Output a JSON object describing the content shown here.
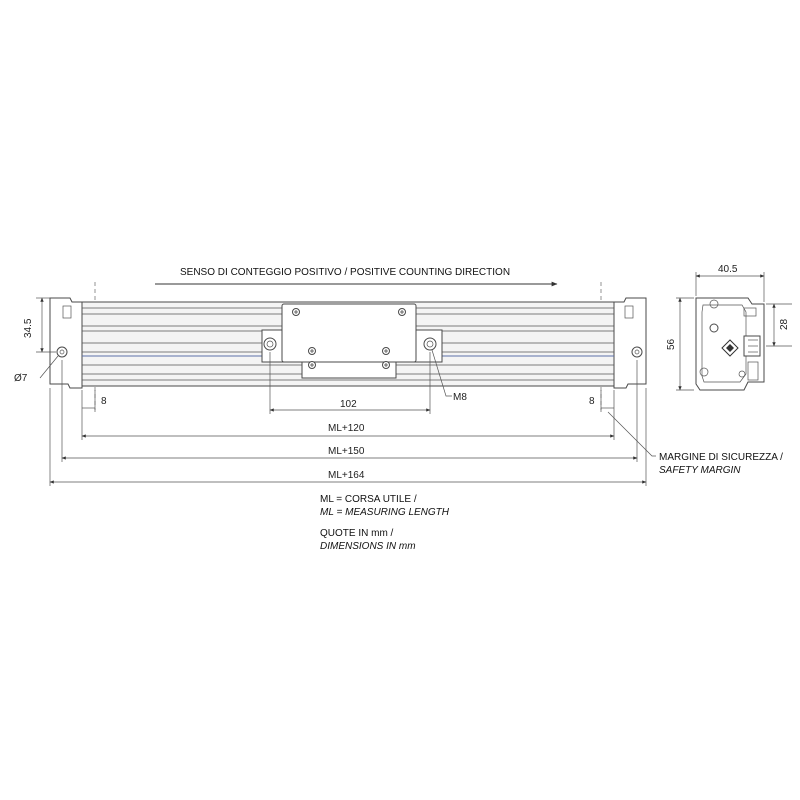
{
  "header": {
    "direction_label": "SENSO DI CONTEGGIO POSITIVO / POSITIVE COUNTING DIRECTION"
  },
  "dimensions": {
    "height_left": "34.5",
    "hole_diameter": "Ø7",
    "end_left": "8",
    "end_right": "8",
    "carriage_width": "102",
    "thread": "M8",
    "ml_120": "ML+120",
    "ml_150": "ML+150",
    "ml_164": "ML+164",
    "side_width": "40.5",
    "side_height": "56",
    "side_partial": "28"
  },
  "safety_margin": {
    "line1": "MARGINE DI SICUREZZA /",
    "line2": "SAFETY MARGIN"
  },
  "legend": {
    "ml_line1": "ML = CORSA UTILE /",
    "ml_line2_prefix": "ML",
    "ml_line2_rest": " = MEASURING LENGTH",
    "units_line1": "QUOTE IN mm /",
    "units_line2": "DIMENSIONS IN mm"
  },
  "colors": {
    "outline": "#4a4a4a",
    "accent_line": "#5b6fa8"
  }
}
